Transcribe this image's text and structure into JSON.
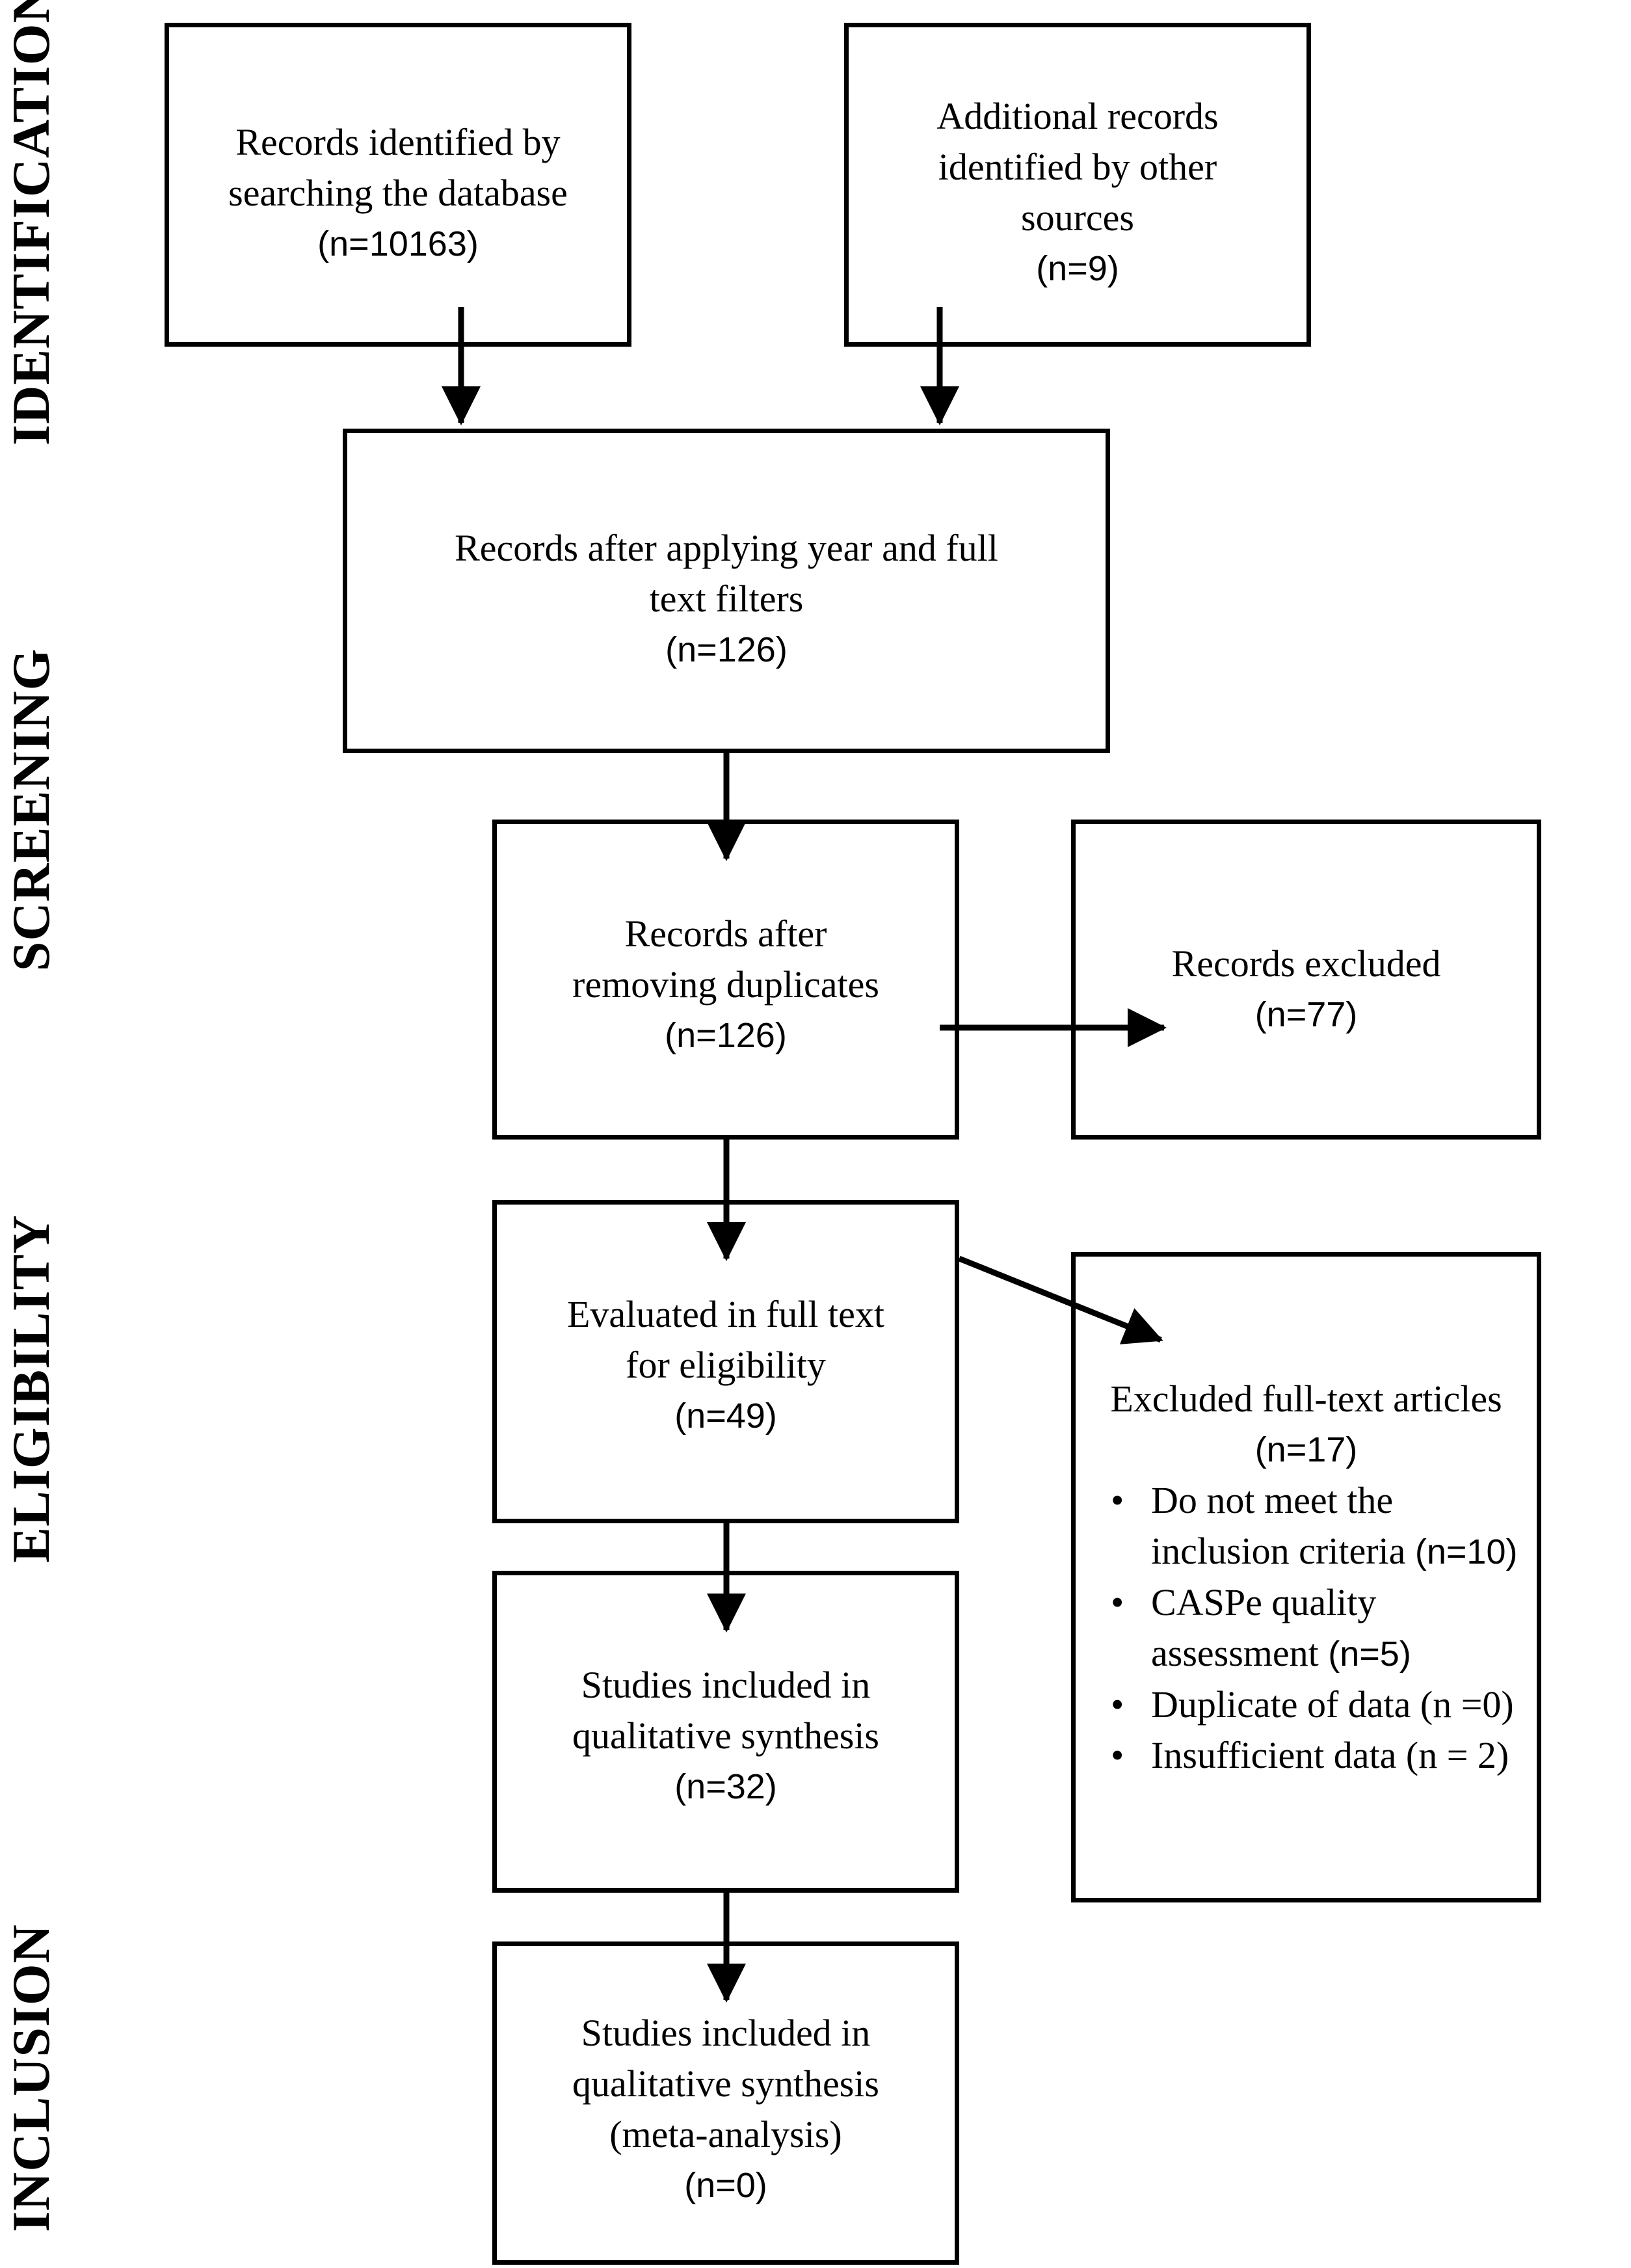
{
  "stages": {
    "identification": "IDENTIFICATION",
    "screening": "SCREENING",
    "eligibility": "ELIGIBILITY",
    "inclusion": "INCLUSION"
  },
  "boxes": {
    "database": {
      "lines": [
        "Records identified by",
        "searching the database"
      ],
      "count": "(n=10163)"
    },
    "other_sources": {
      "lines": [
        "Additional records",
        "identified by other",
        "sources"
      ],
      "count": "(n=9)"
    },
    "filtered": {
      "lines": [
        "Records after applying year and full",
        "text filters"
      ],
      "count": "(n=126)"
    },
    "deduplicated": {
      "lines": [
        "Records after",
        "removing duplicates"
      ],
      "count": "(n=126)"
    },
    "excluded": {
      "lines": [
        "Records excluded"
      ],
      "count": "(n=77)"
    },
    "full_text": {
      "lines": [
        "Evaluated in full text",
        "for eligibility"
      ],
      "count": "(n=49)"
    },
    "excluded_full_text": {
      "title": "Excluded full-text articles",
      "count": "(n=17)",
      "bullet_glyph": "•",
      "items": [
        {
          "text": "Do not meet the",
          "text2": "inclusion criteria ",
          "count": "(n=10)"
        },
        {
          "text": "CASPe quality",
          "text2": "assessment ",
          "count": "(n=5)"
        },
        {
          "text": "Duplicate of data (n =0)"
        },
        {
          "text": "Insufficient data (n = 2)"
        }
      ]
    },
    "qualitative": {
      "lines": [
        "Studies included in",
        "qualitative synthesis"
      ],
      "count": "(n=32)"
    },
    "meta": {
      "lines": [
        "Studies included in",
        "qualitative synthesis",
        "(meta-analysis)"
      ],
      "count": "(n=0)"
    }
  }
}
